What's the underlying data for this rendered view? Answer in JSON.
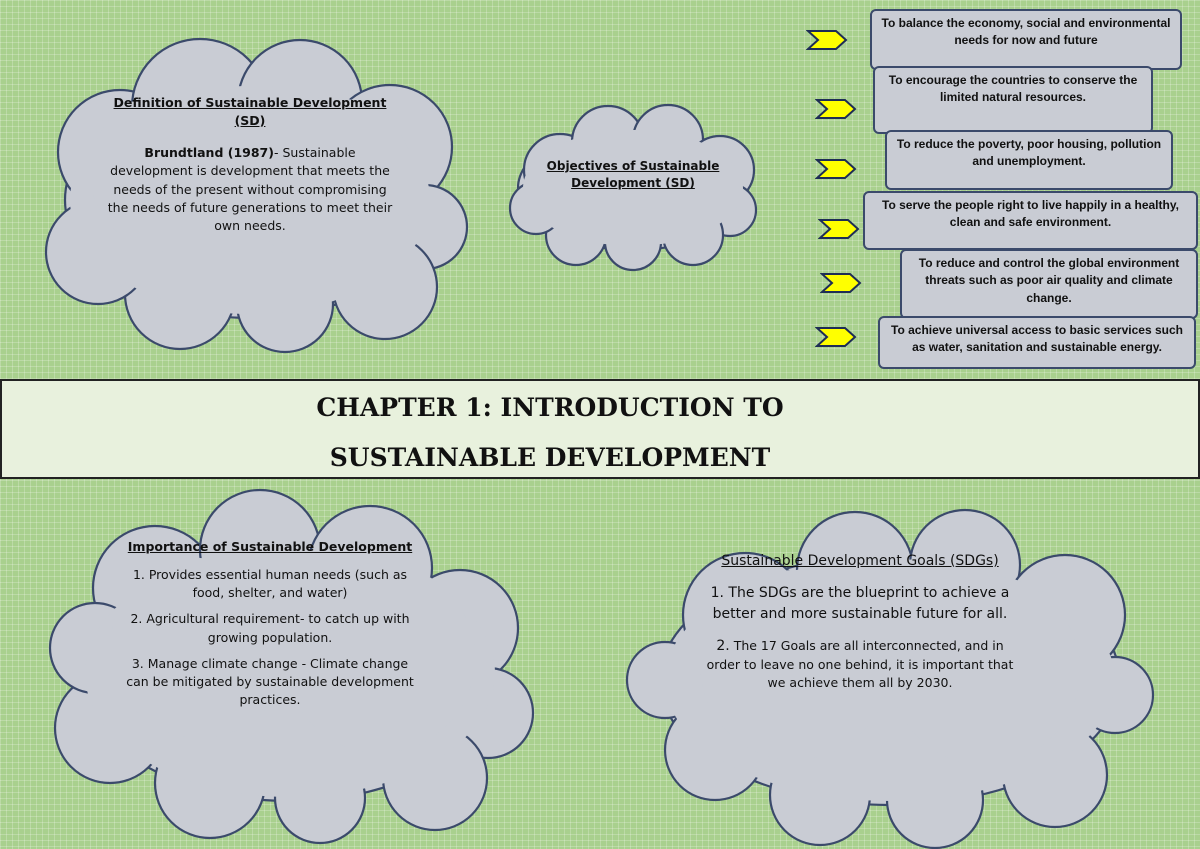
{
  "definition": {
    "title": "Definition of Sustainable Development (SD)",
    "author": "Brundtland (1987)",
    "text": "- Sustainable development is development that meets the needs of the present without compromising the needs of future generations to meet their own needs."
  },
  "objectives": {
    "title": "Objectives of Sustainable Development (SD)",
    "items": [
      "To balance the economy, social and environmental needs for now and future",
      "To encourage the countries to conserve the limited natural resources.",
      "To reduce the poverty, poor housing, pollution and unemployment.",
      "To serve the people right to live happily in a healthy, clean and safe environment.",
      "To reduce and control the global environment threats such as poor air quality and climate change.",
      "To achieve universal access to basic services such as water, sanitation and sustainable energy."
    ]
  },
  "chapter": {
    "line1": "CHAPTER 1: INTRODUCTION TO",
    "line2": "SUSTAINABLE DEVELOPMENT"
  },
  "importance": {
    "title": "Importance of Sustainable Development",
    "items": [
      "1. Provides essential human needs (such as food, shelter, and water)",
      "2. Agricultural requirement- to catch up with growing population.",
      "3. Manage climate change - Climate change can be mitigated by sustainable development practices."
    ]
  },
  "sdgs": {
    "title": "Sustainable Development Goals (SDGs)",
    "item1": "1. The SDGs are the blueprint to achieve a better and more sustainable future for all.",
    "item2_num": "2.",
    "item2_text": "The 17 Goals are all interconnected, and in order to leave no one behind, it is important that we achieve them all by 2030."
  }
}
